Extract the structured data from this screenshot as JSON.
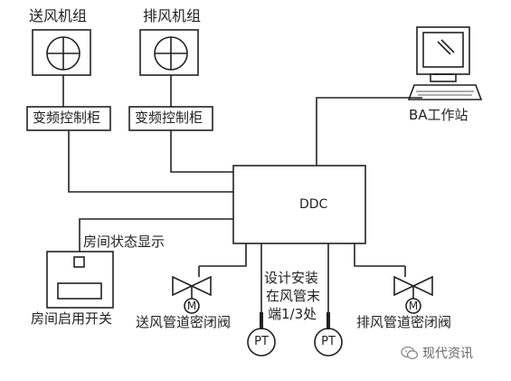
{
  "units": {
    "supply_fan": "送风机组",
    "exhaust_fan": "排风机组",
    "supply_vfd": "变频控制柜",
    "exhaust_vfd": "变频控制柜",
    "ba_station": "BA工作站",
    "ddc": "DDC",
    "room_status": "房间状态显示",
    "room_switch": "房间启用开关",
    "supply_damper": "送风管道密闭阀",
    "exhaust_damper": "排风管道密闭阀",
    "damper_motor": "M",
    "pt_sensor": "PT"
  },
  "note": {
    "line1": "设计安装",
    "line2": "在风管末",
    "line3": "端1/3处"
  },
  "watermark": "现代资讯",
  "colors": {
    "line": "#222222",
    "background": "#ffffff",
    "screen": "#ffffff"
  }
}
